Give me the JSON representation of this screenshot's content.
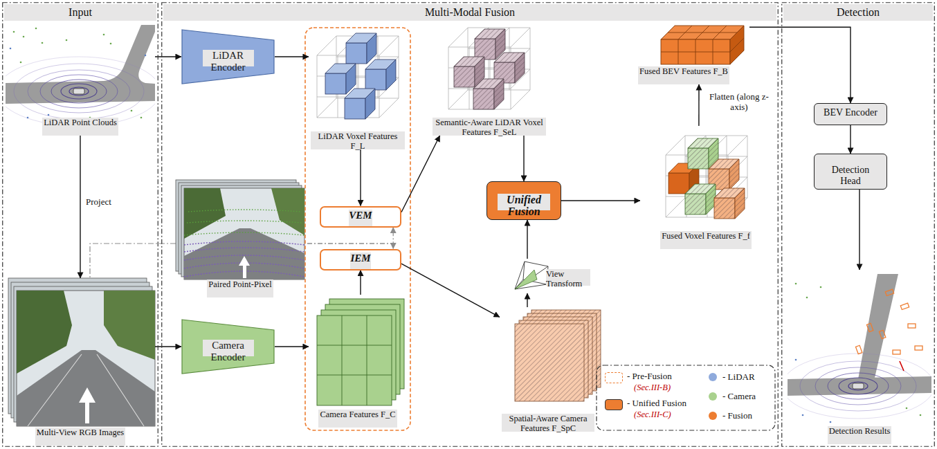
{
  "diagram": {
    "nodes": [
      {
        "text": [
          "Input"
        ]
      },
      {
        "text": [
          "LiDAR Point Clouds"
        ],
        "in": 0
      },
      {
        "text": [
          "Multi-View RGB Images"
        ],
        "in": 0
      },
      {
        "text": [
          "Multi-Modal Fusion"
        ]
      },
      {
        "text": [
          "LiDAR Encoder"
        ],
        "in": 3
      },
      {
        "text": [
          "Paired Point-Pixel"
        ],
        "in": 3
      },
      {
        "text": [
          "Camera Encoder"
        ],
        "in": 3
      },
      {
        "text": [
          "LiDAR Voxel Features F_L"
        ],
        "in": 3
      },
      {
        "text": [
          "VEM"
        ],
        "in": 3
      },
      {
        "text": [
          "IEM"
        ],
        "in": 3
      },
      {
        "text": [
          "Camera Features F_C"
        ],
        "in": 3
      },
      {
        "text": [
          "Semantic-Aware LiDAR Voxel Features F_SeL"
        ],
        "in": 3
      },
      {
        "text": [
          "Unified Fusion"
        ],
        "in": 3
      },
      {
        "text": [
          "View Transform"
        ],
        "in": 3
      },
      {
        "text": [
          "Spatial-Aware Camera Features F_SpC"
        ],
        "in": 3
      },
      {
        "text": [
          "Fused BEV Features F_B"
        ],
        "in": 3
      },
      {
        "text": [
          "Fused Voxel Features F_f"
        ],
        "in": 3
      },
      {
        "text": [
          "Detection"
        ]
      },
      {
        "text": [
          "BEV Encoder"
        ],
        "in": 17
      },
      {
        "text": [
          "Detection Head"
        ],
        "in": 17
      },
      {
        "text": [
          "Detection Results"
        ],
        "in": 17
      }
    ],
    "edges": [
      {
        "from": 1,
        "to": 4,
        "arrow": "to"
      },
      {
        "from": 1,
        "to": 2,
        "label": "Project",
        "arrow": "to"
      },
      {
        "from": 2,
        "to": 6,
        "arrow": "to"
      },
      {
        "from": 4,
        "to": 7,
        "arrow": "to"
      },
      {
        "from": 6,
        "to": 10,
        "arrow": "to"
      },
      {
        "from": 7,
        "to": 8,
        "arrow": "to"
      },
      {
        "from": 10,
        "to": 9,
        "arrow": "to"
      },
      {
        "from": 5,
        "to": 8,
        "arrow": "to"
      },
      {
        "from": 5,
        "to": 9,
        "arrow": "to"
      },
      {
        "from": 8,
        "to": 11,
        "arrow": "to"
      },
      {
        "from": 9,
        "to": 14,
        "arrow": "to"
      },
      {
        "from": 11,
        "to": 12,
        "arrow": "to"
      },
      {
        "from": 14,
        "to": 13,
        "arrow": "to"
      },
      {
        "from": 13,
        "to": 12,
        "arrow": "to"
      },
      {
        "from": 12,
        "to": 16,
        "arrow": "to"
      },
      {
        "from": 16,
        "to": 15,
        "label": "Flatten (along z-axis)",
        "arrow": "to"
      },
      {
        "from": 15,
        "to": 18,
        "arrow": "to"
      },
      {
        "from": 18,
        "to": 19,
        "arrow": "to"
      },
      {
        "from": 19,
        "to": 20,
        "arrow": "to"
      }
    ],
    "labels": [
      "(Sec.III-B)",
      "(Sec.III-C)"
    ],
    "legend": [
      {
        "text": "- Pre-Fusion"
      },
      {
        "text": "- Unified Fusion",
        "color": "#ed7d31"
      },
      {
        "text": "- LiDAR",
        "color": "#8faadc"
      },
      {
        "text": "- Camera",
        "color": "#a9d18e"
      },
      {
        "text": "- Fusion",
        "color": "#ed7d31"
      }
    ]
  }
}
